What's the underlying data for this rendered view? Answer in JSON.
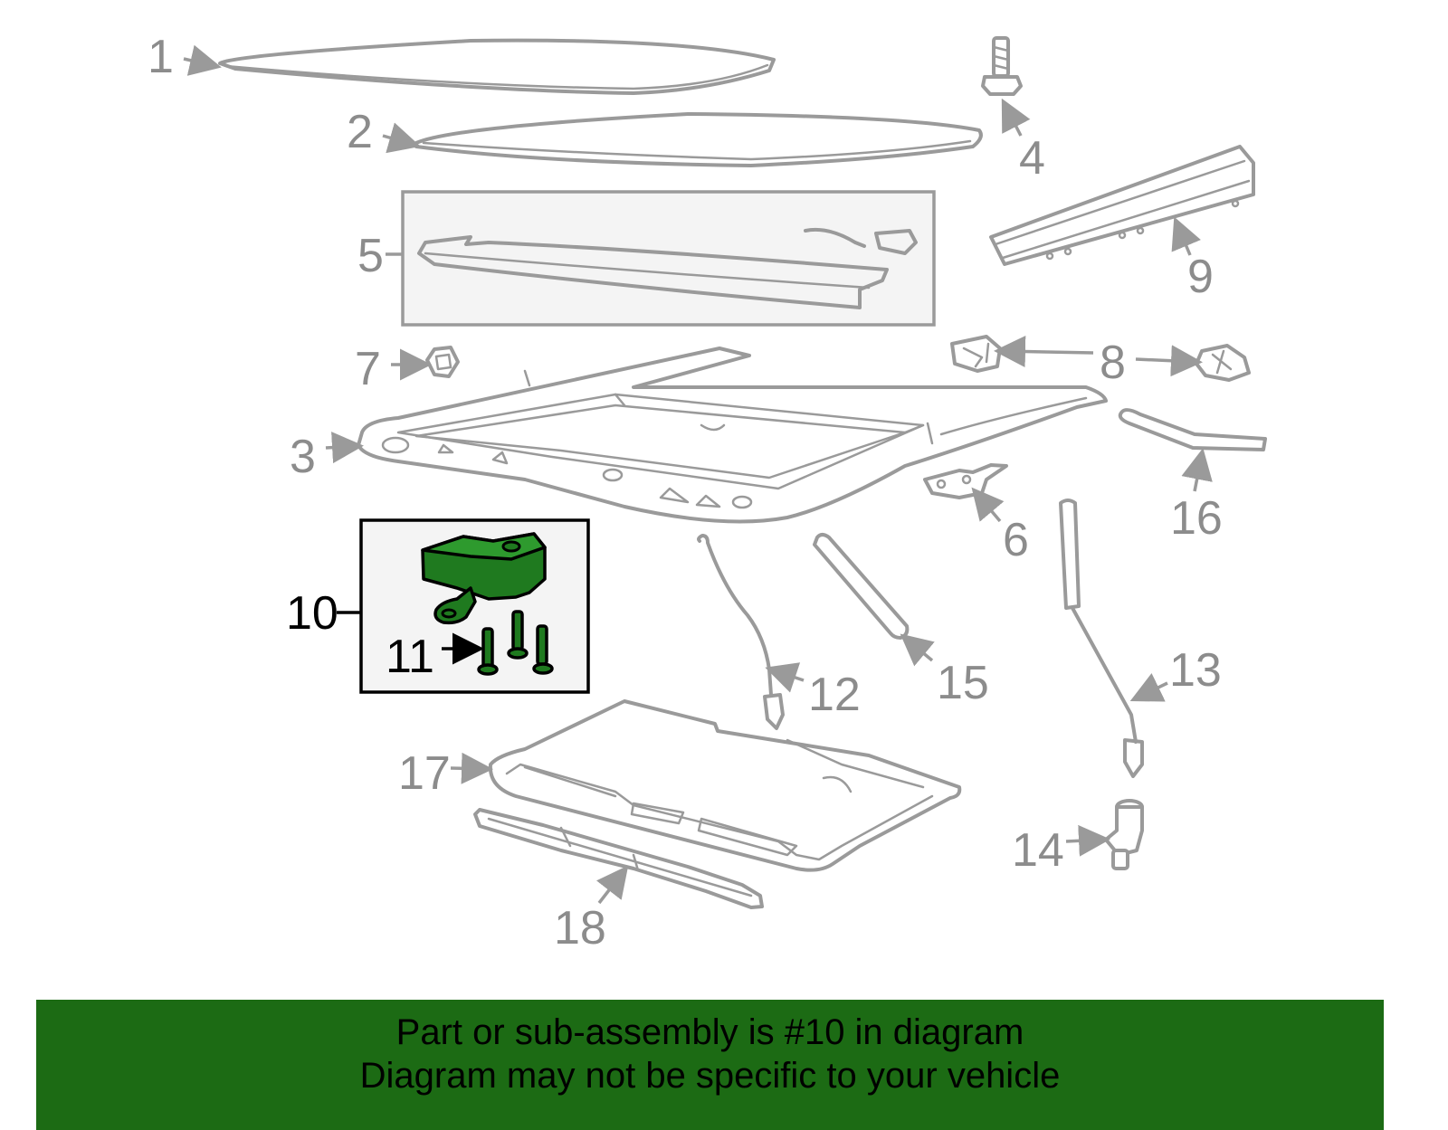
{
  "callouts": {
    "c1": "1",
    "c2": "2",
    "c3": "3",
    "c4": "4",
    "c5": "5",
    "c6": "6",
    "c7": "7",
    "c8": "8",
    "c9": "9",
    "c10": "10",
    "c11": "11",
    "c12": "12",
    "c13": "13",
    "c14": "14",
    "c15": "15",
    "c16": "16",
    "c17": "17",
    "c18": "18"
  },
  "highlight": {
    "part_number": "10",
    "color": "#1f7a1f"
  },
  "banner": {
    "line1": "Part or sub-assembly is #10 in diagram",
    "line2": "Diagram may not be specific to your vehicle",
    "background": "#1c6b14"
  }
}
